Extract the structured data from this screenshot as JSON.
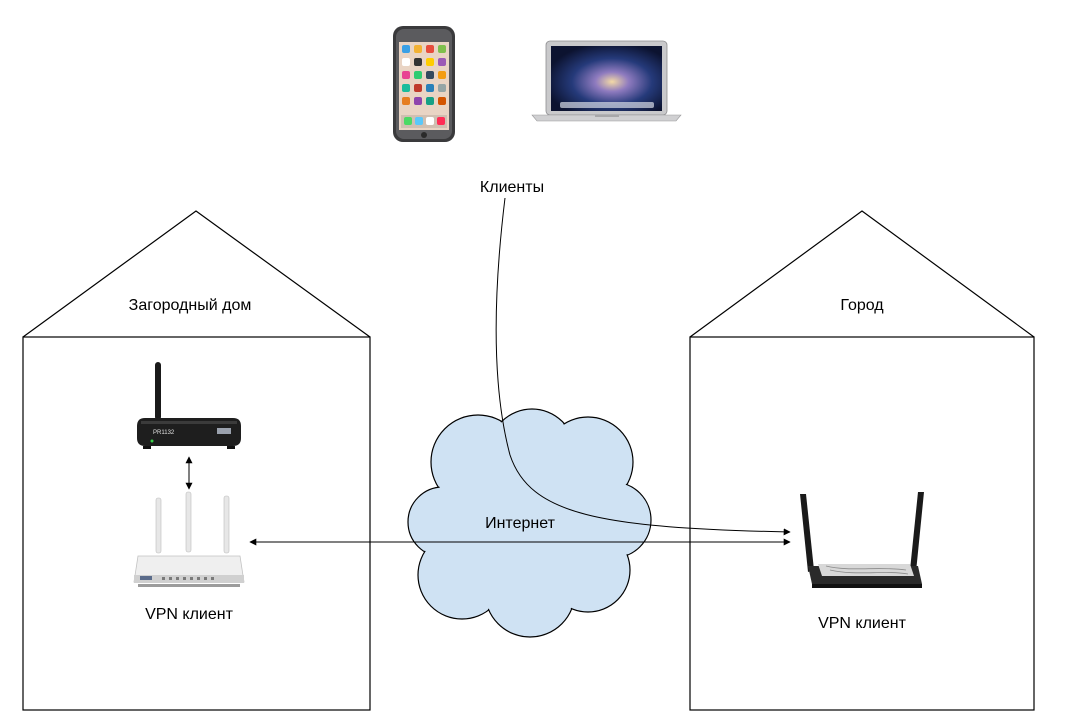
{
  "labels": {
    "clients": "Клиенты",
    "country_house": "Загородный дом",
    "city": "Город",
    "internet": "Интернет",
    "vpn_client_left": "VPN клиент",
    "vpn_client_right": "VPN клиент"
  },
  "devices": {
    "small_router_label": "PR1132"
  },
  "colors": {
    "cloud_fill": "#cfe2f3",
    "line": "#000000",
    "laptop_screen": "#1d2f63"
  }
}
